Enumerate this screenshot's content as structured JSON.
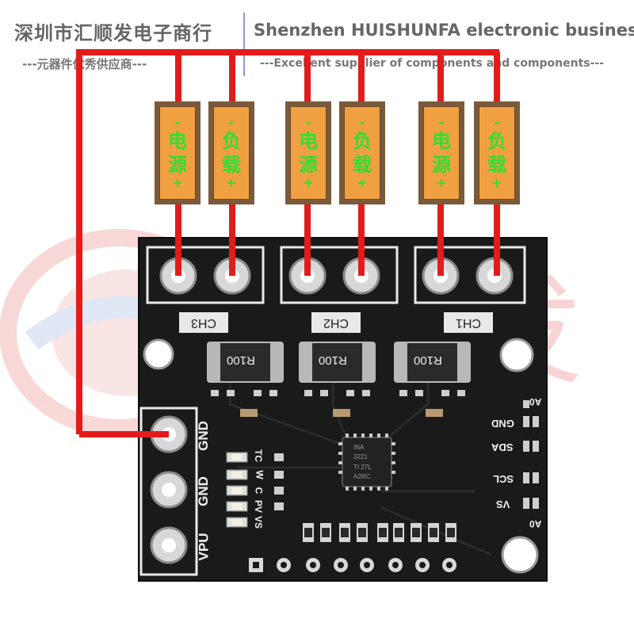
{
  "header": {
    "company_cn": "深圳市汇顺发电子商行",
    "company_en": "Shenzhen HUISHUNFA electronic business",
    "slogan_cn": "---元器件优秀供应商---",
    "slogan_en": "---Excellent supplier of components and components---"
  },
  "watermark": {
    "char": "发"
  },
  "tags": [
    {
      "chars": [
        "电",
        "源"
      ],
      "top_sign": "-",
      "bottom_sign": "+"
    },
    {
      "chars": [
        "负",
        "载"
      ],
      "top_sign": "-",
      "bottom_sign": "+"
    },
    {
      "chars": [
        "电",
        "源"
      ],
      "top_sign": "-",
      "bottom_sign": "+"
    },
    {
      "chars": [
        "负",
        "载"
      ],
      "top_sign": "-",
      "bottom_sign": "+"
    },
    {
      "chars": [
        "电",
        "源"
      ],
      "top_sign": "-",
      "bottom_sign": "+"
    },
    {
      "chars": [
        "负",
        "载"
      ],
      "top_sign": "-",
      "bottom_sign": "+"
    }
  ],
  "board": {
    "channels": [
      "CH3",
      "CH2",
      "CH1"
    ],
    "shunts": [
      "R100",
      "R100",
      "R100"
    ],
    "left_pins": [
      "GND",
      "GND",
      "VPU"
    ],
    "right_pins": [
      "GND",
      "SDA",
      "SCL",
      "VS"
    ],
    "addr_top": "A0",
    "addr_bottom": "A0",
    "led_labels": [
      "TC",
      "W",
      "C",
      "PV",
      "VS"
    ],
    "chip_lines": [
      "INA",
      "3221",
      "TI 27L",
      "A2RC"
    ]
  },
  "colors": {
    "wire": "#e31b1b",
    "pcb": "#1a1a1a",
    "tag_fill": "#f0a040",
    "tag_text": "#33dd33",
    "silk": "#f2f2f2"
  }
}
